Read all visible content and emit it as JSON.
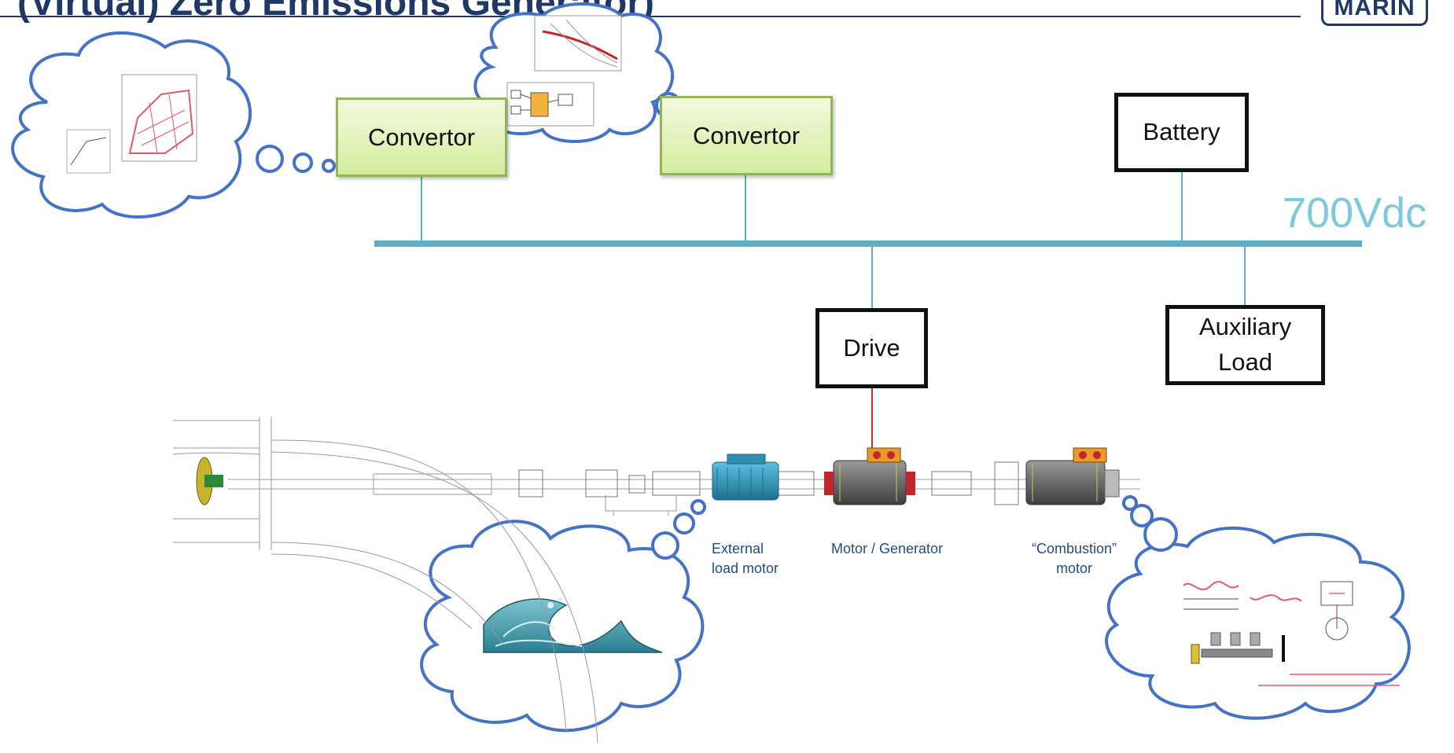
{
  "slide": {
    "title": "(Virtual) Zero Emissions Generator)",
    "logo": "MARIN"
  },
  "blocks": {
    "convertor_1": "Convertor",
    "convertor_2": "Convertor",
    "battery": "Battery",
    "drive": "Drive",
    "auxiliary_load_line1": "Auxiliary",
    "auxiliary_load_line2": "Load"
  },
  "bus": {
    "label": "700Vdc",
    "color": "#5bafc8"
  },
  "captions": {
    "external_load_motor_line1": "External",
    "external_load_motor_line2": "load motor",
    "motor_generator": "Motor / Generator",
    "combustion_motor_line1": "“Combustion”",
    "combustion_motor_line2": "motor"
  },
  "colors": {
    "title": "#1f3864",
    "cloud_stroke": "#4472c4",
    "green_box": "#d4ec9e",
    "drive_link": "#d12a2a",
    "motor_blue": "#2e8fb5",
    "motor_grey": "#6f6f6f"
  }
}
